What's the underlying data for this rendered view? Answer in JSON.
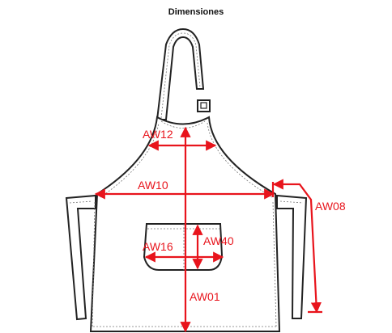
{
  "title": "Dimensiones",
  "colors": {
    "dimension": "#e8141c",
    "outline": "#222222"
  },
  "labels": {
    "aw12": "AW12",
    "aw10": "AW10",
    "aw08": "AW08",
    "aw16": "AW16",
    "aw40": "AW40",
    "aw01": "AW01"
  }
}
